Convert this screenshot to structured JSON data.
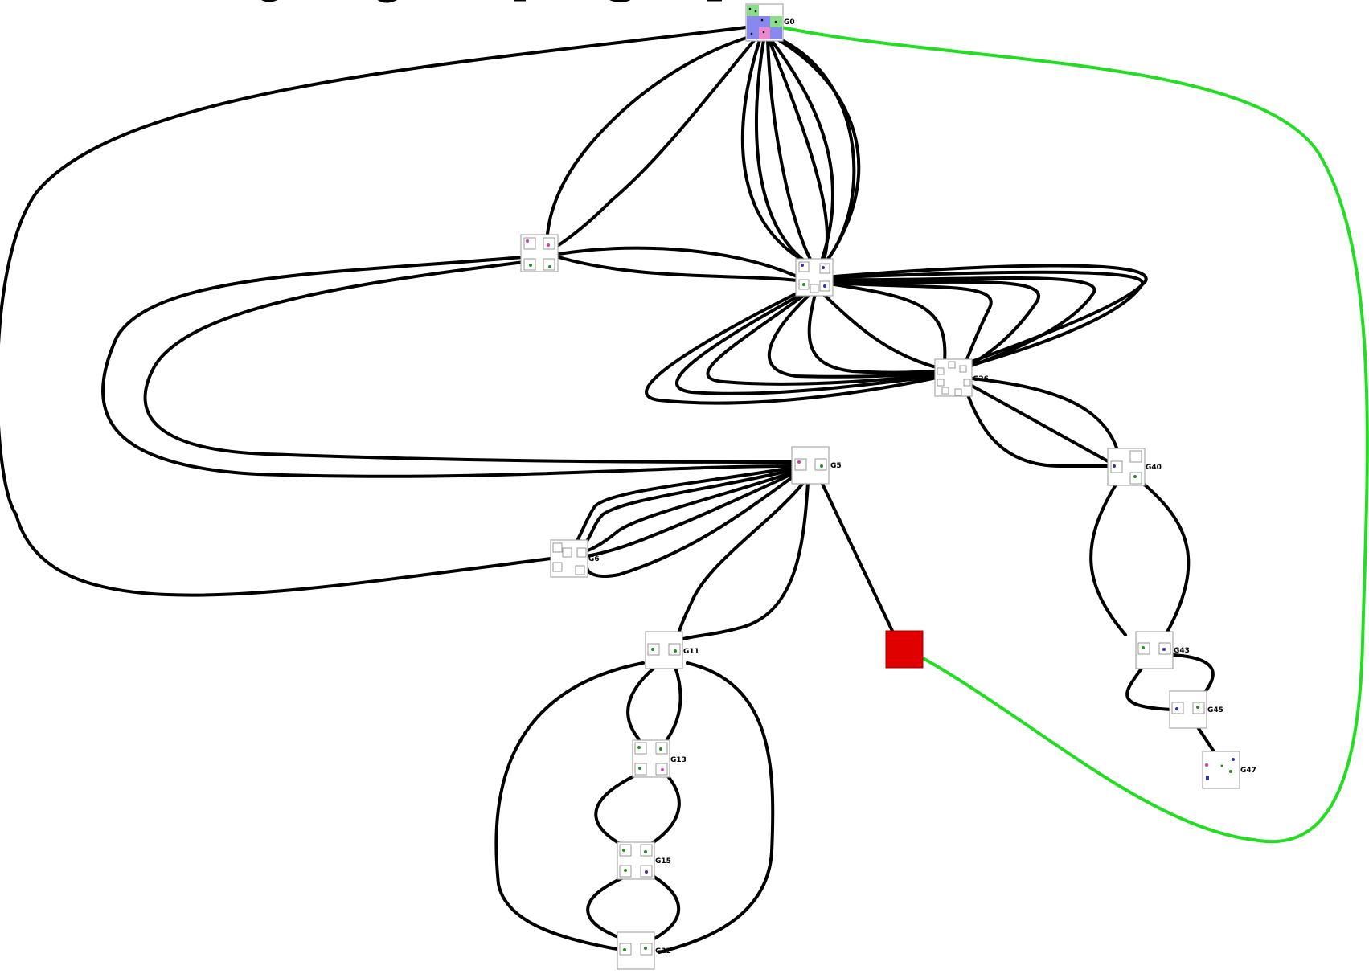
{
  "diagram": {
    "nodes": [
      {
        "id": "G0",
        "label": "G0",
        "highlighted": true
      },
      {
        "id": "L1",
        "label": ""
      },
      {
        "id": "C1",
        "label": ""
      },
      {
        "id": "G26",
        "label": "G26"
      },
      {
        "id": "G5",
        "label": "G5"
      },
      {
        "id": "G6",
        "label": "G6"
      },
      {
        "id": "G40",
        "label": "G40"
      },
      {
        "id": "G11",
        "label": "G11"
      },
      {
        "id": "R1",
        "label": "",
        "state": "selected",
        "color": "#e00000"
      },
      {
        "id": "G43",
        "label": "G43"
      },
      {
        "id": "G45",
        "label": "G45"
      },
      {
        "id": "G13",
        "label": "G13"
      },
      {
        "id": "G47",
        "label": "G47"
      },
      {
        "id": "G15",
        "label": "G15"
      },
      {
        "id": "G22",
        "label": "G22"
      }
    ],
    "edge_color": "#000000",
    "highlight_edge_color": "#22dd22",
    "selected_node_color": "#e00000"
  }
}
